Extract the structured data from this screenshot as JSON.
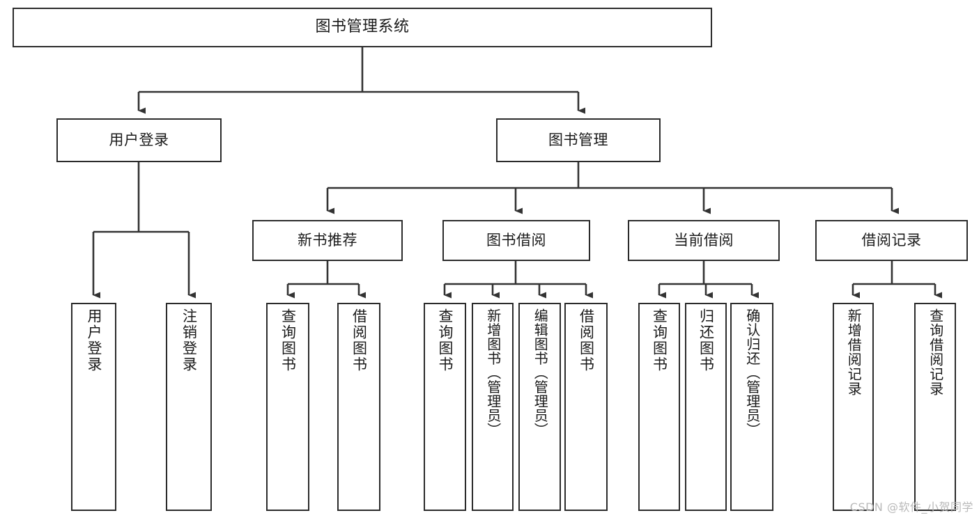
{
  "diagram": {
    "type": "tree-hierarchy-chart",
    "title": "图书管理系统",
    "colors": {
      "background": "#ffffff",
      "box_border": "#2b2b2b",
      "box_fill": "#ffffff",
      "connector": "#333333",
      "text": "#1a1a1a",
      "watermark": "#b9b9b9"
    },
    "watermark": "CSDN @软件_小贺同学",
    "nodes": {
      "root": {
        "label": "图书管理系统"
      },
      "level2": [
        {
          "id": "user-login",
          "label": "用户登录"
        },
        {
          "id": "book-manage",
          "label": "图书管理"
        }
      ],
      "level3": [
        {
          "id": "new-book-recommend",
          "label": "新书推荐"
        },
        {
          "id": "book-borrow",
          "label": "图书借阅"
        },
        {
          "id": "current-borrow",
          "label": "当前借阅"
        },
        {
          "id": "borrow-record",
          "label": "借阅记录"
        }
      ],
      "leaves": {
        "user_login": [
          {
            "id": "leaf-user-login",
            "label": "用户登录"
          },
          {
            "id": "leaf-logout-login",
            "label": "注销登录"
          }
        ],
        "new_book_recommend": [
          {
            "id": "leaf-query-book-1",
            "label": "查询图书"
          },
          {
            "id": "leaf-borrow-book-1",
            "label": "借阅图书"
          }
        ],
        "book_borrow": [
          {
            "id": "leaf-query-book-2",
            "label": "查询图书"
          },
          {
            "id": "leaf-add-book",
            "label": "新增图书（管理员）"
          },
          {
            "id": "leaf-edit-book",
            "label": "编辑图书（管理员）"
          },
          {
            "id": "leaf-borrow-book-2",
            "label": "借阅图书"
          }
        ],
        "current_borrow": [
          {
            "id": "leaf-query-book-3",
            "label": "查询图书"
          },
          {
            "id": "leaf-return-book",
            "label": "归还图书"
          },
          {
            "id": "leaf-confirm-return",
            "label": "确认归还（管理员）"
          }
        ],
        "borrow_record": [
          {
            "id": "leaf-add-record",
            "label": "新增借阅记录"
          },
          {
            "id": "leaf-query-record",
            "label": "查询借阅记录"
          }
        ]
      }
    }
  }
}
